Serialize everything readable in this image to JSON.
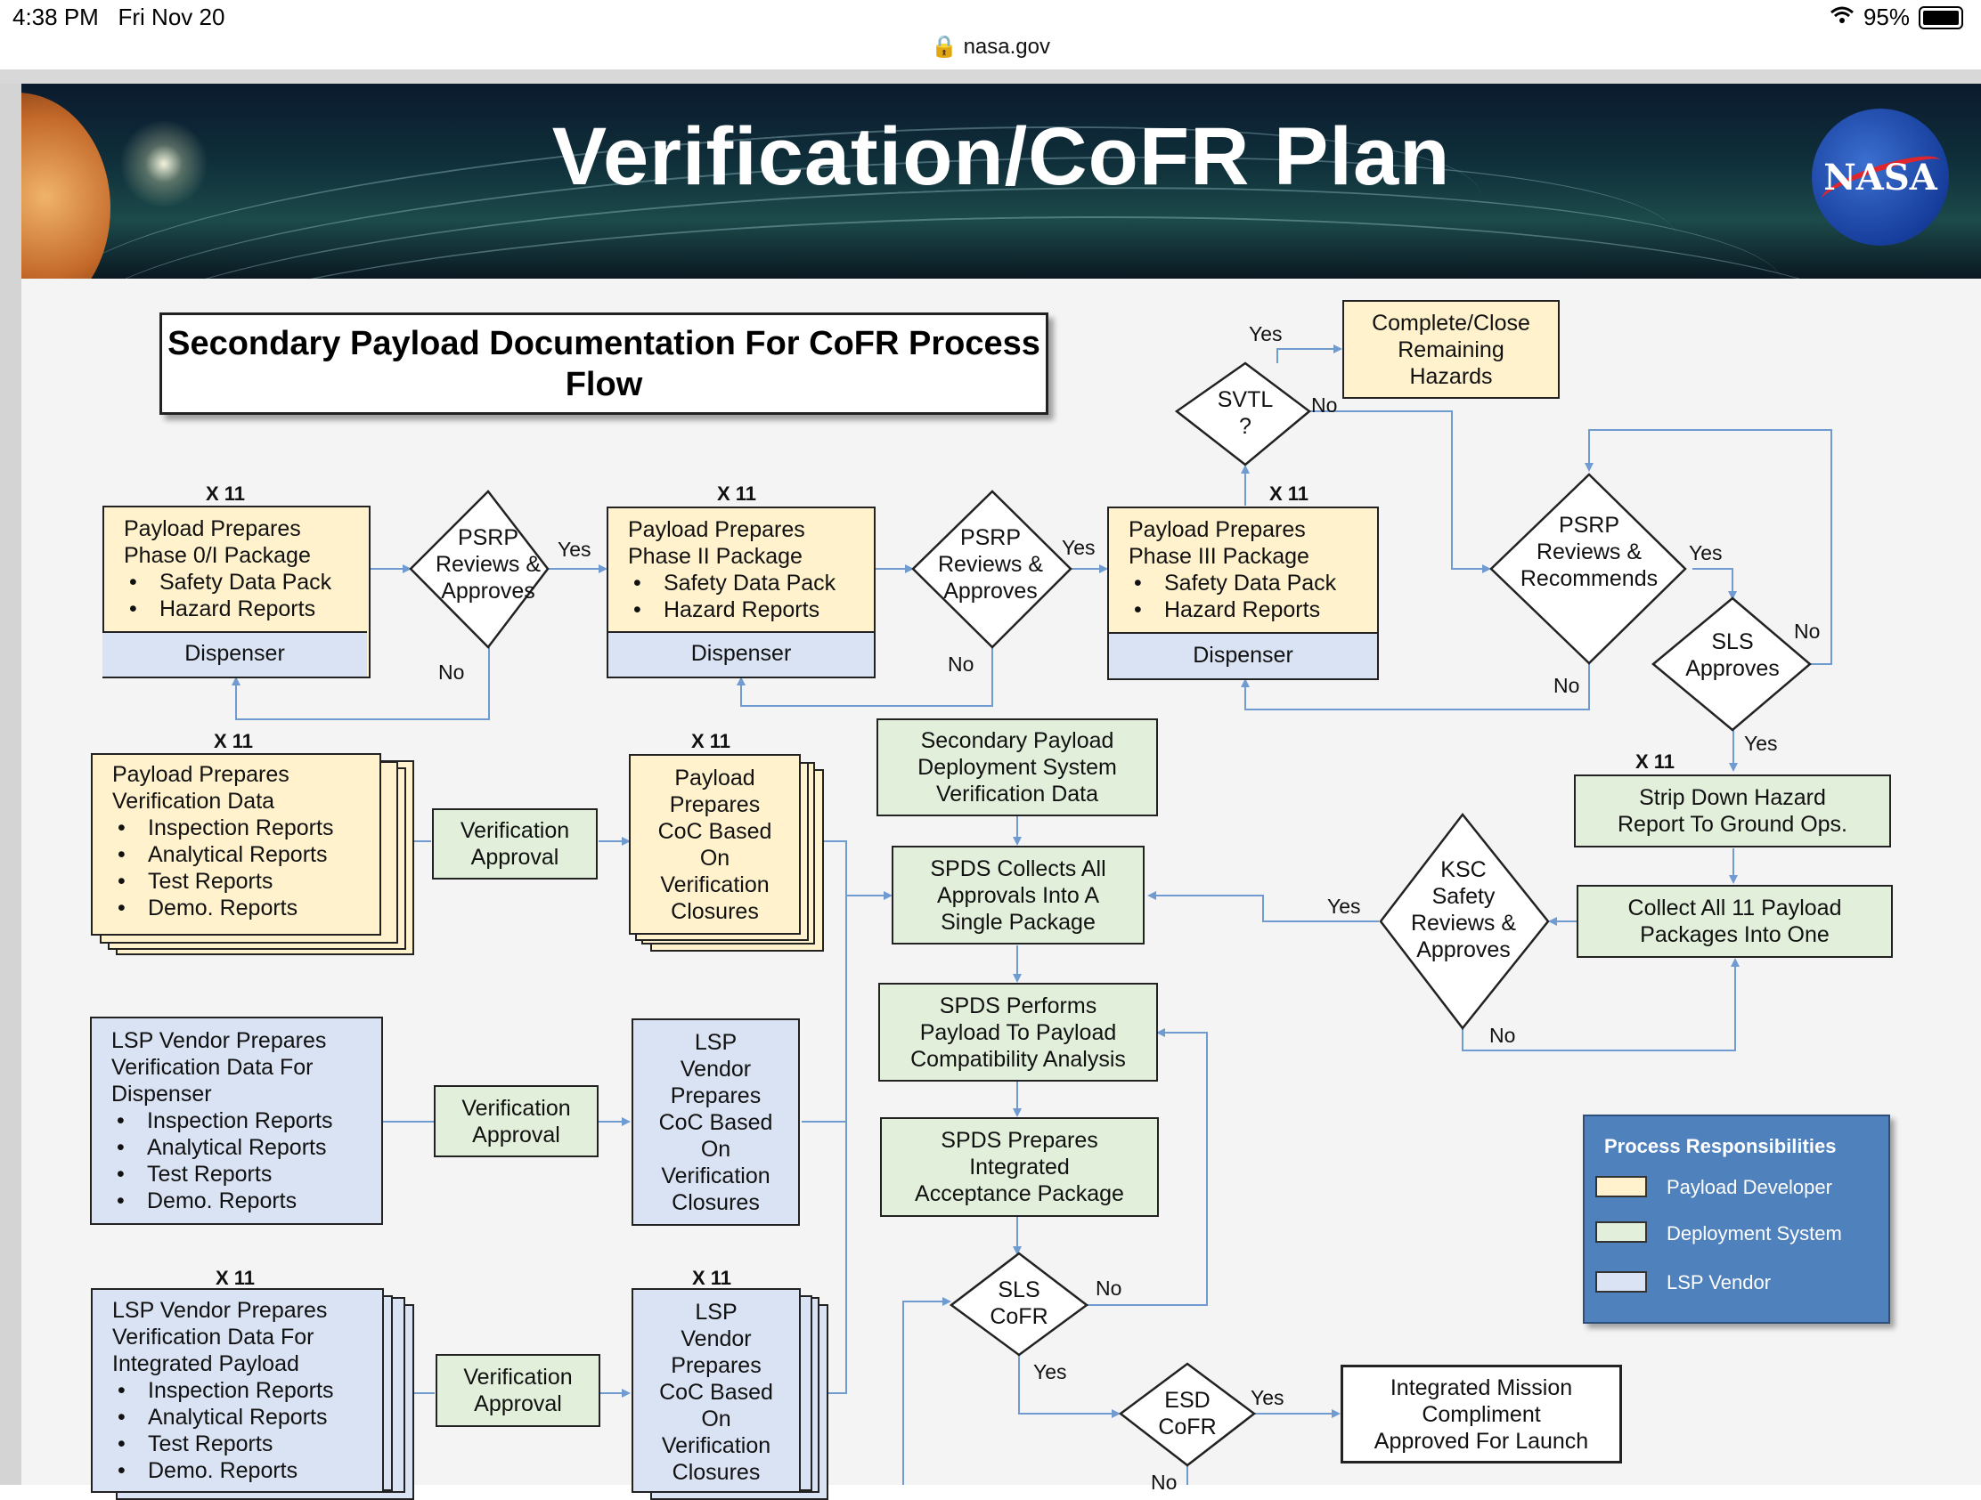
{
  "status": {
    "time": "4:38 PM",
    "date": "Fri Nov 20",
    "battery": "95%",
    "url": "nasa.gov"
  },
  "banner": {
    "title": "Verification/CoFR Plan",
    "logo": "NASA"
  },
  "title": "Secondary Payload Documentation For CoFR Process Flow",
  "multiplier": "X 11",
  "phase0": {
    "lines": [
      "Payload Prepares",
      "Phase 0/I Package"
    ],
    "items": [
      "Safety Data Pack",
      "Hazard Reports"
    ],
    "footer": "Dispenser"
  },
  "phase2": {
    "lines": [
      "Payload Prepares",
      "Phase II Package"
    ],
    "items": [
      "Safety Data Pack",
      "Hazard Reports"
    ],
    "footer": "Dispenser"
  },
  "phase3": {
    "lines": [
      "Payload Prepares",
      "Phase III Package"
    ],
    "items": [
      "Safety Data Pack",
      "Hazard Reports"
    ],
    "footer": "Dispenser"
  },
  "psrp1": [
    "PSRP",
    "Reviews &",
    "Approves"
  ],
  "psrp2": [
    "PSRP",
    "Reviews &",
    "Approves"
  ],
  "psrp3": [
    "PSRP",
    "Reviews &",
    "Recommends"
  ],
  "svtl": [
    "SVTL",
    "?"
  ],
  "complete": [
    "Complete/Close",
    "Remaining",
    "Hazards"
  ],
  "slsApproves": [
    "SLS",
    "Approves"
  ],
  "stripDown": [
    "Strip Down  Hazard",
    "Report To Ground Ops."
  ],
  "collectAll": [
    "Collect All  11 Payload",
    "Packages Into One"
  ],
  "kscSafety": [
    "KSC",
    "Safety",
    "Reviews &",
    "Approves"
  ],
  "payloadVerif": {
    "lines": [
      "Payload Prepares",
      "Verification Data"
    ],
    "items": [
      "Inspection Reports",
      "Analytical Reports",
      "Test Reports",
      "Demo. Reports"
    ]
  },
  "lspDispenser": {
    "lines": [
      "LSP Vendor Prepares",
      "Verification Data For",
      "Dispenser"
    ],
    "items": [
      "Inspection Reports",
      "Analytical Reports",
      "Test Reports",
      "Demo. Reports"
    ]
  },
  "lspIntegrated": {
    "lines": [
      "LSP Vendor Prepares",
      "Verification Data For",
      "Integrated Payload"
    ],
    "items": [
      "Inspection Reports",
      "Analytical Reports",
      "Test Reports",
      "Demo. Reports"
    ]
  },
  "verifApproval": [
    "Verification",
    "Approval"
  ],
  "payloadCoc": [
    "Payload",
    "Prepares",
    "CoC Based",
    "On",
    "Verification",
    "Closures"
  ],
  "lspCoc": [
    "LSP",
    "Vendor",
    "Prepares",
    "CoC Based",
    "On",
    "Verification",
    "Closures"
  ],
  "spdsVerif": [
    "Secondary Payload",
    "Deployment System",
    "Verification Data"
  ],
  "spdsCollects": [
    "SPDS Collects All",
    "Approvals Into A",
    "Single Package"
  ],
  "spdsPerforms": [
    "SPDS Performs",
    "Payload To Payload",
    "Compatibility Analysis"
  ],
  "spdsPrepares": [
    "SPDS Prepares",
    "Integrated",
    "Acceptance Package"
  ],
  "slsCofr": [
    "SLS",
    "CoFR"
  ],
  "esdCofr": [
    "ESD",
    "CoFR"
  ],
  "integratedMission": [
    "Integrated Mission",
    "Compliment",
    "Approved For Launch"
  ],
  "labels": {
    "yes": "Yes",
    "no": "No"
  },
  "legend": {
    "title": "Process Responsibilities",
    "entries": [
      {
        "label": "Payload Developer",
        "color": "#fff2cc"
      },
      {
        "label": "Deployment System",
        "color": "#e2efda"
      },
      {
        "label": "LSP Vendor",
        "color": "#dae3f3"
      }
    ]
  },
  "colors": {
    "payload": "#fff2cc",
    "deployment": "#e2efda",
    "lsp": "#dae3f3",
    "legend": "#4f81bd",
    "connector": "#6f9bd1"
  }
}
